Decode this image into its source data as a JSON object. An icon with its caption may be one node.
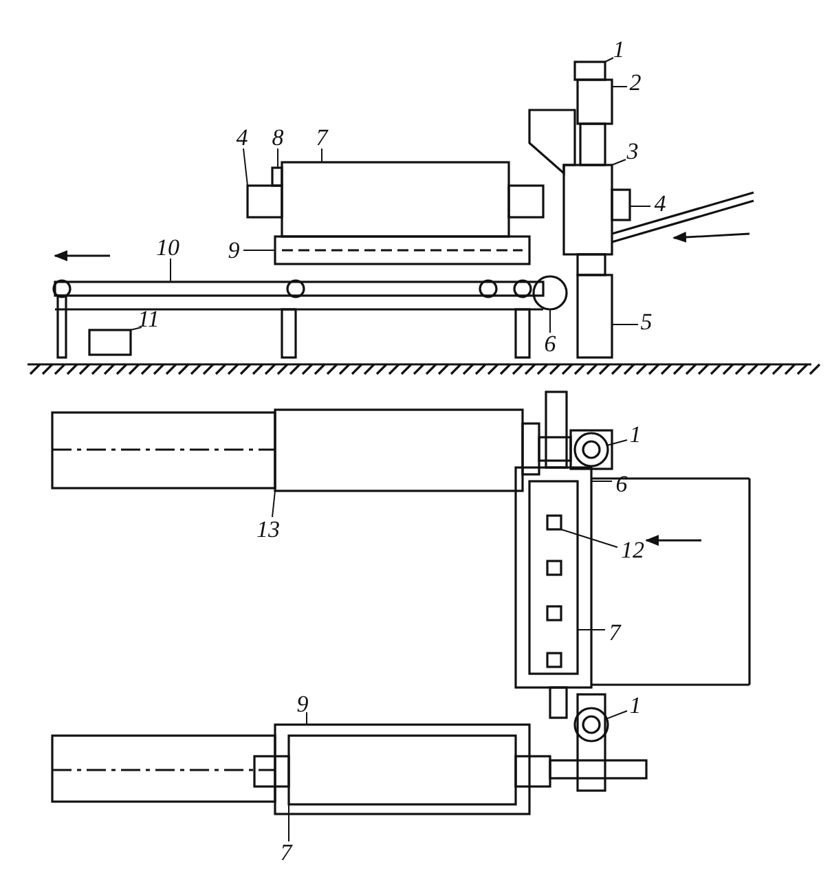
{
  "diagram": {
    "nodes": [
      {
        "text": [
          "1"
        ]
      },
      {
        "text": [
          "2"
        ]
      },
      {
        "text": [
          "4"
        ]
      },
      {
        "text": [
          "8"
        ]
      },
      {
        "text": [
          "7"
        ]
      },
      {
        "text": [
          "3"
        ]
      },
      {
        "text": [
          "4"
        ]
      },
      {
        "text": [
          "9"
        ]
      },
      {
        "text": [
          "10"
        ]
      },
      {
        "text": [
          "11"
        ]
      },
      {
        "text": [
          "6"
        ]
      },
      {
        "text": [
          "5"
        ]
      },
      {
        "text": [
          "1"
        ]
      },
      {
        "text": [
          "13"
        ]
      },
      {
        "text": [
          "6"
        ]
      },
      {
        "text": [
          "12"
        ]
      },
      {
        "text": [
          "7"
        ]
      },
      {
        "text": [
          "1"
        ]
      },
      {
        "text": [
          "9"
        ]
      },
      {
        "text": [
          "7"
        ]
      },
      {
        "text": [],
        "shape": "box"
      },
      {
        "text": [],
        "shape": "box"
      },
      {
        "text": [],
        "shape": "box"
      },
      {
        "text": [],
        "shape": "box"
      },
      {
        "text": [],
        "shape": "box"
      },
      {
        "text": [],
        "shape": "box"
      },
      {
        "text": [],
        "shape": "box"
      },
      {
        "text": [],
        "shape": "box"
      },
      {
        "text": [],
        "shape": "box"
      },
      {
        "text": [],
        "shape": "box"
      },
      {
        "text": [],
        "shape": "circle"
      },
      {
        "text": [],
        "shape": "box"
      },
      {
        "text": [],
        "shape": "circle"
      },
      {
        "text": [],
        "shape": "box"
      },
      {
        "text": [],
        "shape": "box"
      },
      {
        "text": [],
        "shape": "box",
        "in": 36
      },
      {
        "text": [],
        "shape": "box",
        "in": 34
      },
      {
        "text": [],
        "shape": "circle"
      },
      {
        "text": [],
        "shape": "box"
      },
      {
        "text": [],
        "shape": "box",
        "in": 38
      }
    ],
    "edges": [
      {
        "from": 0,
        "to": 20,
        "arrow": "none"
      },
      {
        "from": 1,
        "to": 21,
        "arrow": "none"
      },
      {
        "from": 2,
        "to": 22,
        "arrow": "none"
      },
      {
        "from": 3,
        "to": 23,
        "arrow": "none"
      },
      {
        "from": 4,
        "to": 24,
        "arrow": "none"
      },
      {
        "from": 5,
        "to": 25,
        "arrow": "none"
      },
      {
        "from": 6,
        "to": 26,
        "arrow": "none"
      },
      {
        "from": 7,
        "to": 27,
        "arrow": "none"
      },
      {
        "from": 8,
        "to": 28,
        "arrow": "none"
      },
      {
        "from": 9,
        "to": 29,
        "arrow": "none"
      },
      {
        "from": 10,
        "to": 30,
        "arrow": "none"
      },
      {
        "from": 11,
        "to": 31,
        "arrow": "none"
      },
      {
        "from": 12,
        "to": 32,
        "arrow": "none"
      },
      {
        "from": 13,
        "to": 33,
        "arrow": "none"
      },
      {
        "from": 14,
        "to": 34,
        "arrow": "none"
      },
      {
        "from": 15,
        "to": 35,
        "arrow": "none"
      },
      {
        "from": 16,
        "to": 36,
        "arrow": "none"
      },
      {
        "from": 17,
        "to": 37,
        "arrow": "none"
      },
      {
        "from": 18,
        "to": 38,
        "arrow": "none"
      },
      {
        "from": 19,
        "to": 39,
        "arrow": "none"
      }
    ]
  }
}
